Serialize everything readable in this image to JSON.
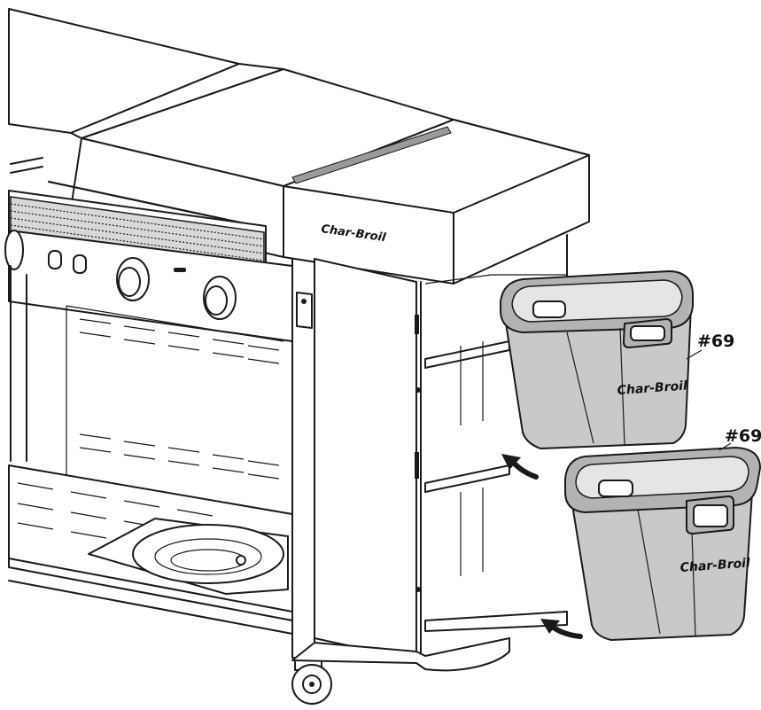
{
  "callouts": {
    "upper_part_number": "#69",
    "lower_part_number": "#69"
  },
  "branding": {
    "grill_logo_text": "Char-Broil",
    "upper_bin_logo_text": "Char-Broil",
    "lower_bin_logo_text": "Char-Broil"
  },
  "colors": {
    "line": "#1a1a1a",
    "bin_fill": "#c9c9c9",
    "background": "#ffffff"
  },
  "icons": {
    "upper_arrow": "curved-arrow-icon",
    "lower_arrow": "curved-arrow-icon"
  }
}
